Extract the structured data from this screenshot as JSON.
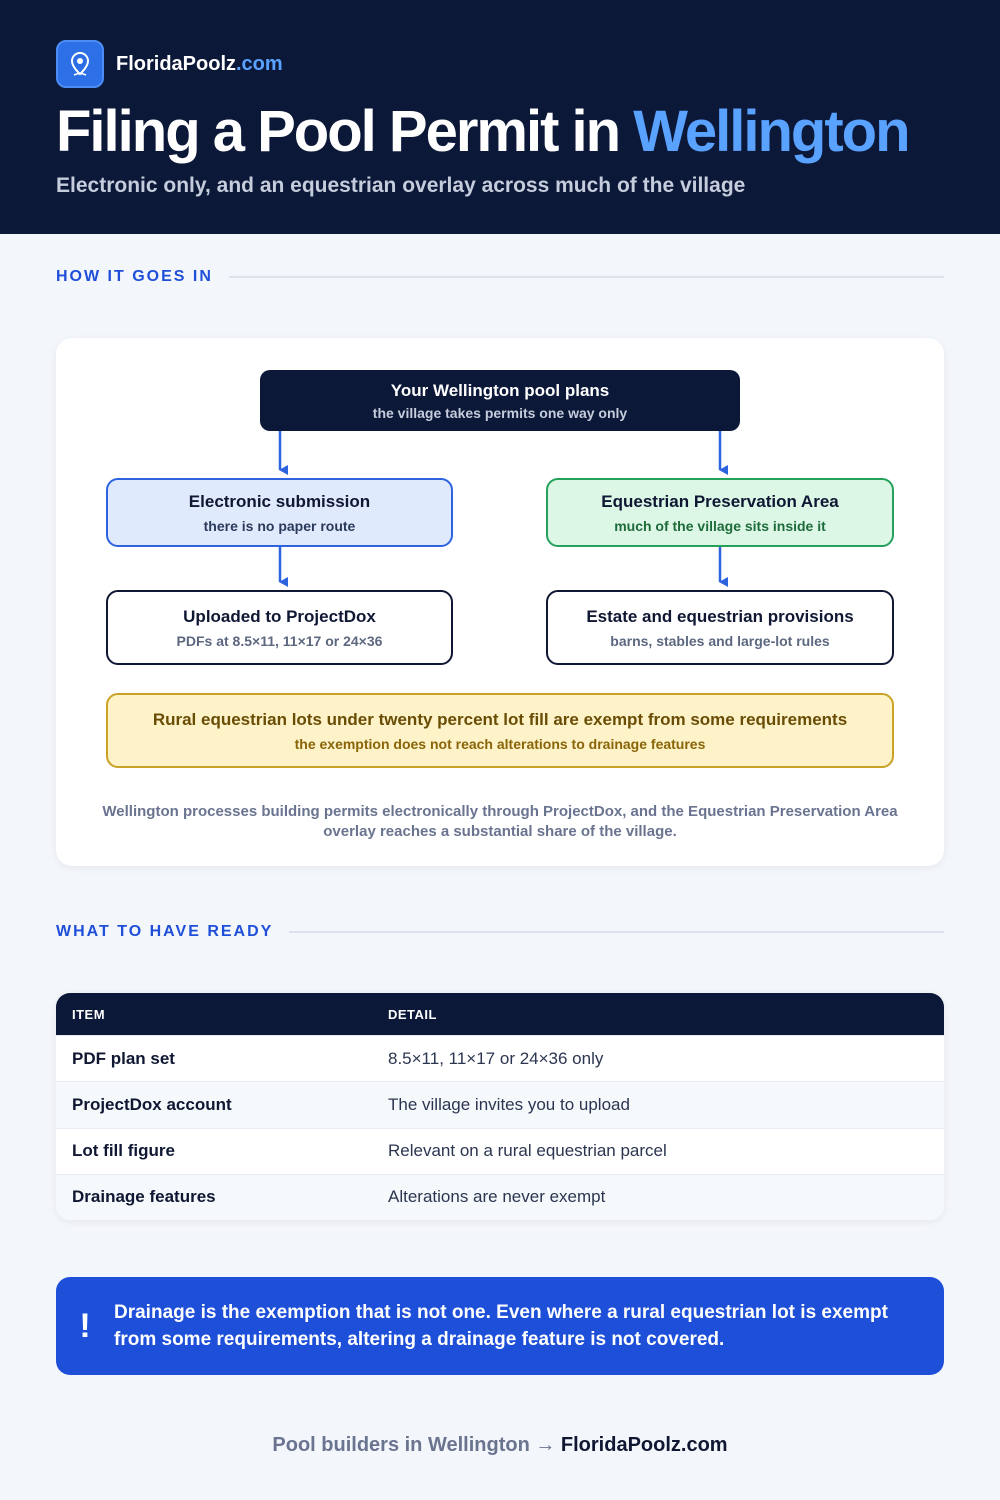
{
  "brand": {
    "name": "FloridaPoolz",
    "tld": ".com",
    "logo_icon": "map-pin-icon"
  },
  "header": {
    "title_main": "Filing a Pool Permit in",
    "title_accent": "Wellington",
    "subtitle": "Electronic only, and an equestrian overlay across much of the village"
  },
  "sections": {
    "flow_heading": "HOW IT GOES IN",
    "table_heading": "WHAT TO HAVE READY"
  },
  "flow": {
    "top": {
      "title": "Your Wellington pool plans",
      "sub": "the village takes permits one way only"
    },
    "left1": {
      "title": "Electronic submission",
      "sub": "there is no paper route"
    },
    "right1": {
      "title": "Equestrian Preservation Area",
      "sub": "much of the village sits inside it"
    },
    "left2": {
      "title": "Uploaded to ProjectDox",
      "sub": "PDFs at 8.5×11, 11×17 or 24×36"
    },
    "right2": {
      "title": "Estate and equestrian provisions",
      "sub": "barns, stables and large-lot rules"
    },
    "wide": {
      "title": "Rural equestrian lots under twenty percent lot fill are exempt from some requirements",
      "sub": "the exemption does not reach alterations to drainage features"
    },
    "note": "Wellington processes building permits electronically through ProjectDox, and the Equestrian Preservation Area overlay reaches a substantial share of the village."
  },
  "table": {
    "headers": [
      "ITEM",
      "DETAIL"
    ],
    "rows": [
      [
        "PDF plan set",
        "8.5×11, 11×17 or 24×36 only"
      ],
      [
        "ProjectDox account",
        "The village invites you to upload"
      ],
      [
        "Lot fill figure",
        "Relevant on a rural equestrian parcel"
      ],
      [
        "Drainage features",
        "Alterations are never exempt"
      ]
    ]
  },
  "callout": {
    "icon": "!",
    "strong": "Drainage is the exemption that is not one.",
    "text": " Even where a rural equestrian lot is exempt from some requirements, altering a drainage feature is not covered."
  },
  "footer": {
    "text": "Pool builders in Wellington → ",
    "site": "FloridaPoolz.com"
  },
  "colors": {
    "navy": "#0c1838",
    "accent_blue": "#5aa2ff",
    "brand_blue": "#1d4fd8",
    "green": "#24a15a",
    "gold": "#c9a227"
  }
}
